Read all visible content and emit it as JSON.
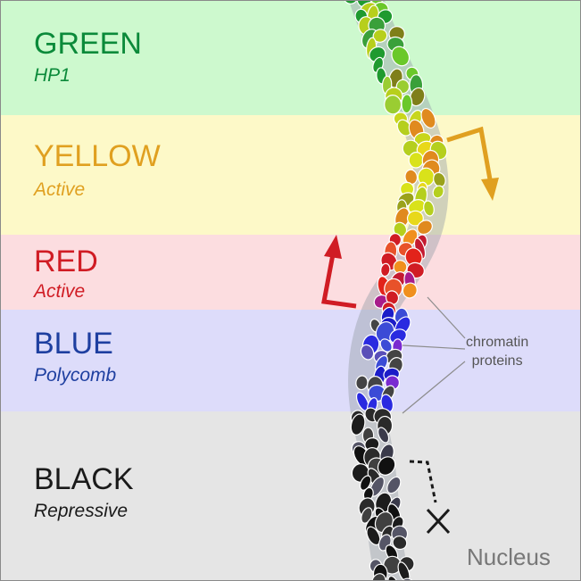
{
  "bands": [
    {
      "id": "green",
      "title": "GREEN",
      "subtitle": "HP1",
      "bg": "#cdf9ce",
      "color": "#0b8a3a",
      "sub_color": "#0b8a3a"
    },
    {
      "id": "yellow",
      "title": "YELLOW",
      "subtitle": "Active",
      "bg": "#fdf9c8",
      "color": "#e0a020",
      "sub_color": "#e0a020"
    },
    {
      "id": "red",
      "title": "RED",
      "subtitle": "Active",
      "bg": "#fcdde0",
      "color": "#d01c24",
      "sub_color": "#d01c24"
    },
    {
      "id": "blue",
      "title": "BLUE",
      "subtitle": "Polycomb",
      "bg": "#dddcfa",
      "color": "#1e3fa0",
      "sub_color": "#1e3fa0"
    },
    {
      "id": "black",
      "title": "BLACK",
      "subtitle": "Repressive",
      "bg": "#e5e5e5",
      "color": "#1a1a1a",
      "sub_color": "#1a1a1a"
    }
  ],
  "callout": {
    "line1": "chromatin",
    "line2": "proteins"
  },
  "nucleus_label": "Nucleus",
  "colors": {
    "arrow_yellow": "#e0a020",
    "arrow_red": "#d01c24",
    "chromatin_fiber": "#9aa0a8",
    "callout_line": "#8c8c8c",
    "blocked_arrow": "#1a1a1a"
  },
  "icons": [
    "activation-arrow",
    "blocked-arrow",
    "x-mark"
  ]
}
